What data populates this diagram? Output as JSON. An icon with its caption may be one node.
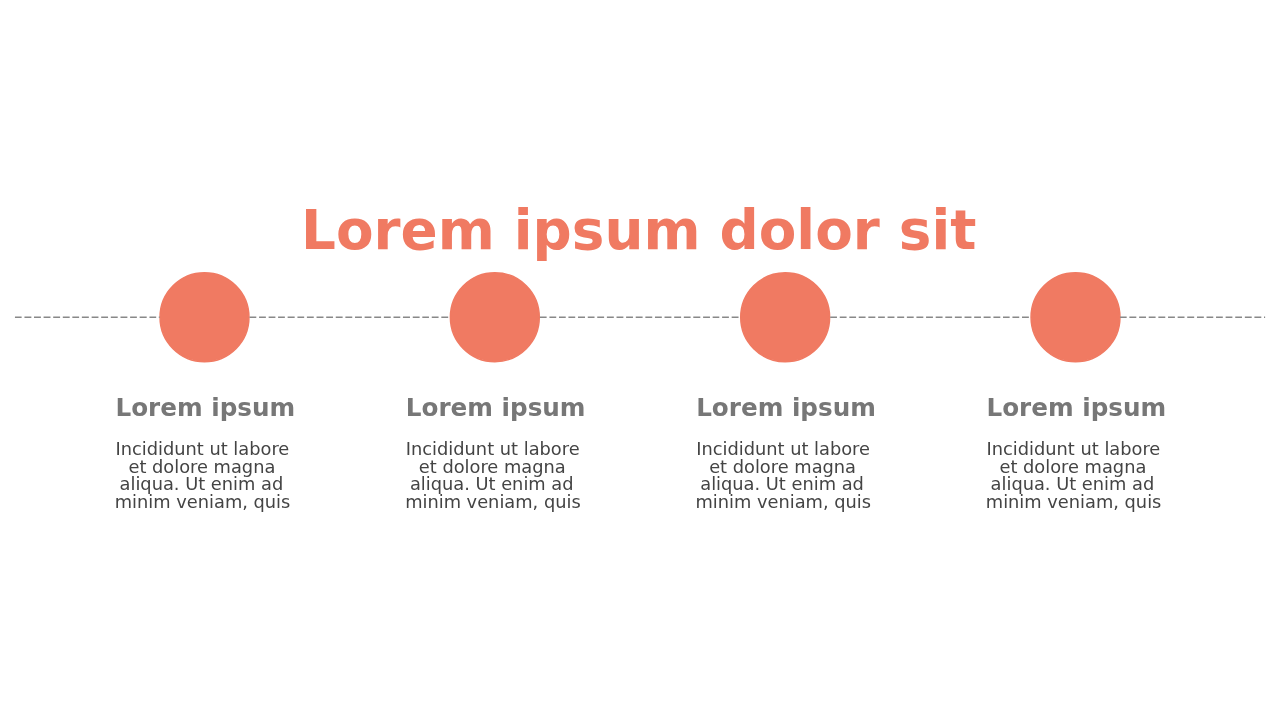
{
  "diagram": {
    "title": "Lorem ipsum dolor sit",
    "nodes": [
      {
        "text": [],
        "shape": "circle",
        "beside": [
          "Lorem ipsum",
          "Incididunt ut labore et dolore magna aliqua. Ut enim ad minim veniam, quis"
        ]
      },
      {
        "text": [],
        "shape": "circle",
        "beside": [
          "Lorem ipsum",
          "Incididunt ut labore et dolore magna aliqua. Ut enim ad minim veniam, quis"
        ]
      },
      {
        "text": [],
        "shape": "circle",
        "beside": [
          "Lorem ipsum",
          "Incididunt ut labore et dolore magna aliqua. Ut enim ad minim veniam, quis"
        ]
      },
      {
        "text": [],
        "shape": "circle",
        "beside": [
          "Lorem ipsum",
          "Incididunt ut labore et dolore magna aliqua. Ut enim ad minim veniam, quis"
        ]
      }
    ],
    "edges": [
      {
        "from": null,
        "to": 0,
        "arrow": "none",
        "style": "dashed"
      },
      {
        "from": 0,
        "to": 1,
        "arrow": "none",
        "style": "dashed"
      },
      {
        "from": 1,
        "to": 2,
        "arrow": "none",
        "style": "dashed"
      },
      {
        "from": 2,
        "to": 3,
        "arrow": "none",
        "style": "dashed"
      },
      {
        "from": 3,
        "to": null,
        "arrow": "none",
        "style": "dashed"
      }
    ]
  }
}
